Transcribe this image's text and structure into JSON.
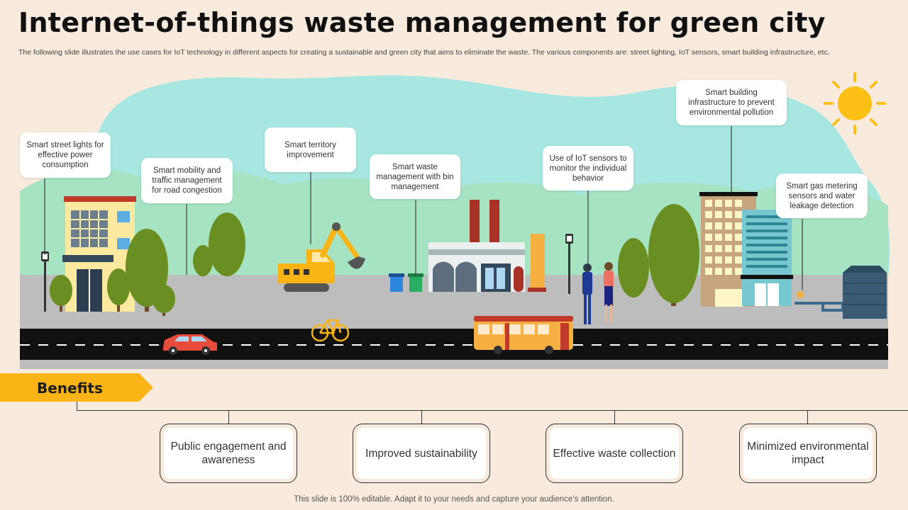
{
  "title": "Internet-of-things waste management for green city",
  "subtitle": "The following slide illustrates the use cases for IoT technology in different aspects for creating a sustainable and green city that aims to eliminate the waste. The various components are: street lighting, IoT sensors, smart building infrastructure, etc.",
  "callouts": [
    "Smart street lights for effective power consumption",
    "Smart mobility and traffic management for road congestion",
    "Smart territory improvement",
    "Smart waste management with bin management",
    "Use of IoT sensors to monitor the individual behavior",
    "Smart building infrastructure to prevent environmental pollution",
    "Smart gas metering sensors and water leakage detection"
  ],
  "benefits": {
    "label": "Benefits",
    "items": [
      "Public engagement and awareness",
      "Improved sustainability",
      "Effective waste collection",
      "Minimized environmental impact"
    ]
  },
  "footer": "This slide is 100% editable. Adapt it to your needs and capture your audience’s attention.",
  "colors": {
    "accent": "#fbb416",
    "background": "#f8ebdd",
    "sky": "#a8e6e2",
    "grass": "#a6e3c3",
    "road": "#111111",
    "pavement": "#bdbdbd"
  }
}
